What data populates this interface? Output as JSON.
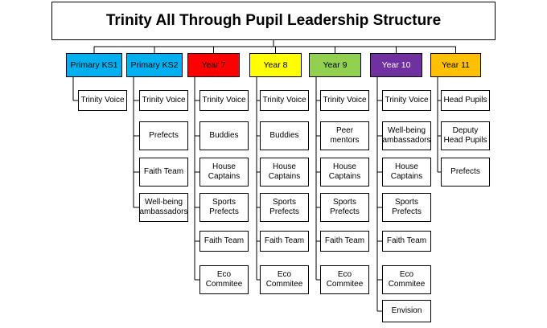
{
  "title": "Trinity All Through Pupil Leadership Structure",
  "columns": [
    {
      "label": "Primary KS1",
      "color": "#00b0f0",
      "items": [
        "Trinity Voice"
      ]
    },
    {
      "label": "Primary KS2",
      "color": "#00b0f0",
      "items": [
        "Trinity Voice",
        "Prefects",
        "Faith Team",
        "Well-being ambassadors"
      ]
    },
    {
      "label": "Year 7",
      "color": "#ff0000",
      "items": [
        "Trinity Voice",
        "Buddies",
        "House Captains",
        "Sports Prefects",
        "Faith Team",
        "Eco Commitee"
      ]
    },
    {
      "label": "Year 8",
      "color": "#ffff00",
      "items": [
        "Trinity Voice",
        "Buddies",
        "House Captains",
        "Sports Prefects",
        "Faith Team",
        "Eco Commitee"
      ]
    },
    {
      "label": "Year 9",
      "color": "#92d050",
      "items": [
        "Trinity Voice",
        "Peer mentors",
        "House Captains",
        "Sports Prefects",
        "Faith Team",
        "Eco Commitee"
      ]
    },
    {
      "label": "Year 10",
      "color": "#7030a0",
      "items": [
        "Trinity Voice",
        "Well-being ambassadors",
        "House Captains",
        "Sports Prefects",
        "Faith Team",
        "Eco Commitee",
        "Envision"
      ]
    },
    {
      "label": "Year 11",
      "color": "#ffc000",
      "items": [
        "Head Pupils",
        "Deputy Head Pupils",
        "Prefects"
      ]
    }
  ]
}
